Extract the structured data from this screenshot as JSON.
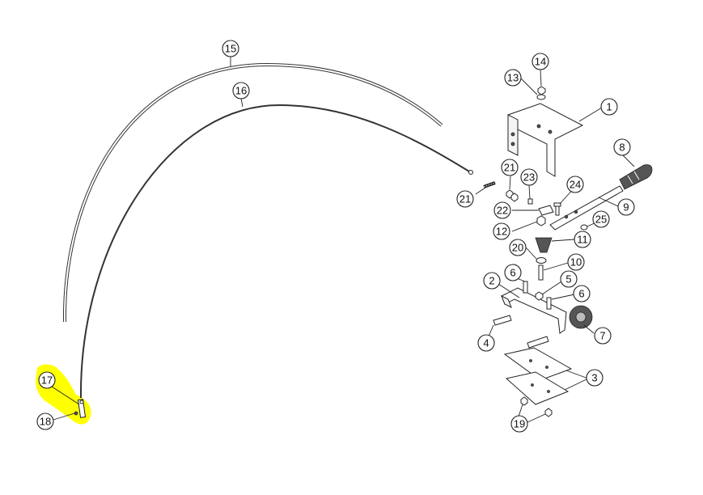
{
  "diagram": {
    "highlight_color": "#ffff00",
    "callouts": [
      {
        "id": "c1",
        "label": "1"
      },
      {
        "id": "c2",
        "label": "2"
      },
      {
        "id": "c3",
        "label": "3"
      },
      {
        "id": "c4",
        "label": "4"
      },
      {
        "id": "c5",
        "label": "5"
      },
      {
        "id": "c6a",
        "label": "6"
      },
      {
        "id": "c6b",
        "label": "6"
      },
      {
        "id": "c7",
        "label": "7"
      },
      {
        "id": "c8",
        "label": "8"
      },
      {
        "id": "c9",
        "label": "9"
      },
      {
        "id": "c10",
        "label": "10"
      },
      {
        "id": "c11",
        "label": "11"
      },
      {
        "id": "c12",
        "label": "12"
      },
      {
        "id": "c13",
        "label": "13"
      },
      {
        "id": "c14",
        "label": "14"
      },
      {
        "id": "c15",
        "label": "15"
      },
      {
        "id": "c16",
        "label": "16"
      },
      {
        "id": "c17",
        "label": "17"
      },
      {
        "id": "c18",
        "label": "18"
      },
      {
        "id": "c19",
        "label": "19"
      },
      {
        "id": "c20",
        "label": "20"
      },
      {
        "id": "c21a",
        "label": "21"
      },
      {
        "id": "c21b",
        "label": "21"
      },
      {
        "id": "c22",
        "label": "22"
      },
      {
        "id": "c23",
        "label": "23"
      },
      {
        "id": "c24",
        "label": "24"
      },
      {
        "id": "c25",
        "label": "25"
      }
    ]
  }
}
